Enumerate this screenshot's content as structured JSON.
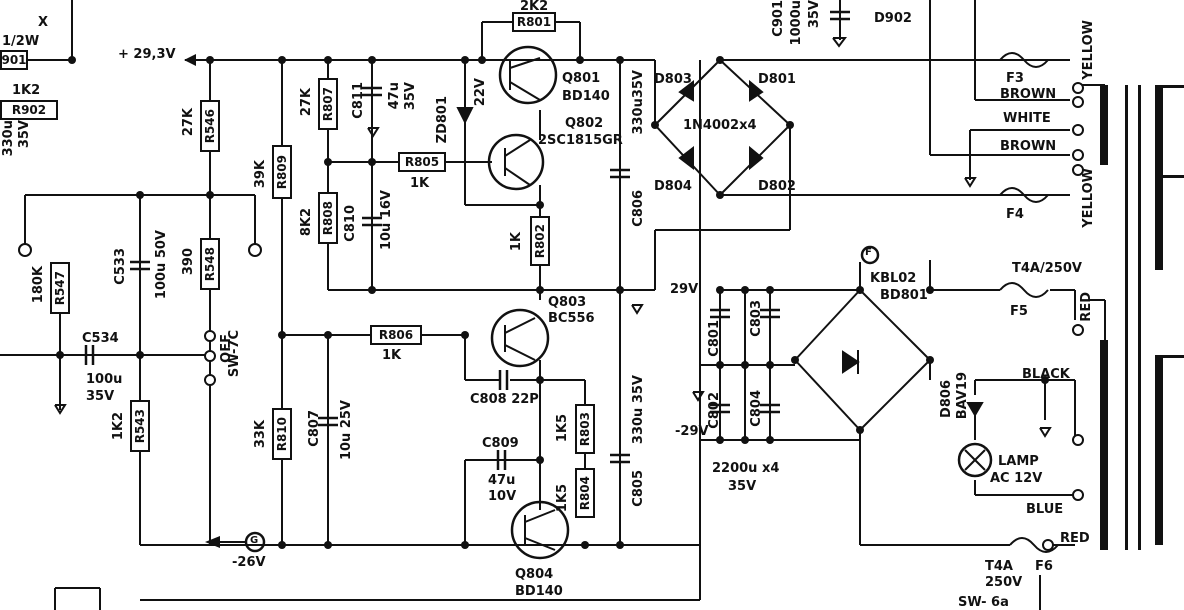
{
  "left": {
    "top_x": "X",
    "w_half": "1/2W",
    "r901": "901",
    "k1k2": "1K2",
    "r902": "R902",
    "c330": "330u",
    "v35": "35V"
  },
  "rails": {
    "v293": "+ 29,3V",
    "vm26": "-26V",
    "v29": "29V",
    "vm29": "-29V"
  },
  "res": {
    "r801": "R801",
    "r801_val": "2K2",
    "r546": "R546",
    "r546_val": "27K",
    "r547": "R547",
    "r547_val": "180K",
    "r548": "R548",
    "r548_val": "390",
    "r543": "R543",
    "r543_val": "1K2",
    "r809": "R809",
    "r809_val": "39K",
    "r807": "R807",
    "r807_val": "27K",
    "r808": "R808",
    "r808_val": "8K2",
    "r810": "R810",
    "r810_val": "33K",
    "r805": "R805",
    "r805_val": "1K",
    "r806": "R806",
    "r806_val": "1K",
    "r802": "R802",
    "r802_val": "1K",
    "r803": "R803",
    "r803_val": "1K5",
    "r804": "R804",
    "r804_val": "1K5"
  },
  "caps": {
    "c533": "C533",
    "c533_val": "100u 50V",
    "c534": "C534",
    "c534_val": "100u",
    "c534_v": "35V",
    "c811": "C811",
    "c811_val": "47u",
    "c811_v": "35V",
    "c810": "C810",
    "c810_val": "10u 16V",
    "c807": "C807",
    "c807_val": "10u 25V",
    "c808": "C808 22P",
    "c809": "C809",
    "c809_val": "47u",
    "c809_v": "10V",
    "c806": "C806",
    "c806_val": "330u35V",
    "c805": "C805",
    "c805_val": "330u 35V",
    "c901": "C901",
    "c901_val": "1000u",
    "c901_v": "35V",
    "c801": "C801",
    "c802": "C802",
    "c803": "C803",
    "c804": "C804",
    "bank_val": "2200u x4",
    "bank_v": "35V"
  },
  "semis": {
    "q801": "Q801",
    "q801_t": "BD140",
    "q802": "Q802",
    "q802_t": "2SC1815GR",
    "q803": "Q803",
    "q803_t": "BC556",
    "q804": "Q804",
    "q804_t": "BD140",
    "zd801": "ZD801",
    "zd801_v": "22V",
    "d801": "D801",
    "d802": "D802",
    "d803": "D803",
    "d804": "D804",
    "bridge": "1N4002x4",
    "d902": "D902",
    "kbl": "KBL02",
    "bd801": "BD801",
    "d806": "D806",
    "bav19": "BAV19"
  },
  "misc": {
    "sw": "SW-7C",
    "off": "OFF",
    "f3": "F3",
    "f4": "F4",
    "f5": "F5",
    "f6": "F6",
    "t4a250": "T4A/250V",
    "t4a": "T4A",
    "v250": "250V",
    "yellow": "YELLOW",
    "brown": "BROWN",
    "white": "WHITE",
    "red": "RED",
    "black": "BLACK",
    "blue": "BLUE",
    "lamp": "LAMP",
    "lamp_v": "AC 12V",
    "swb": "SW- 6a",
    "f_mark": "F",
    "g_mark": "G"
  }
}
